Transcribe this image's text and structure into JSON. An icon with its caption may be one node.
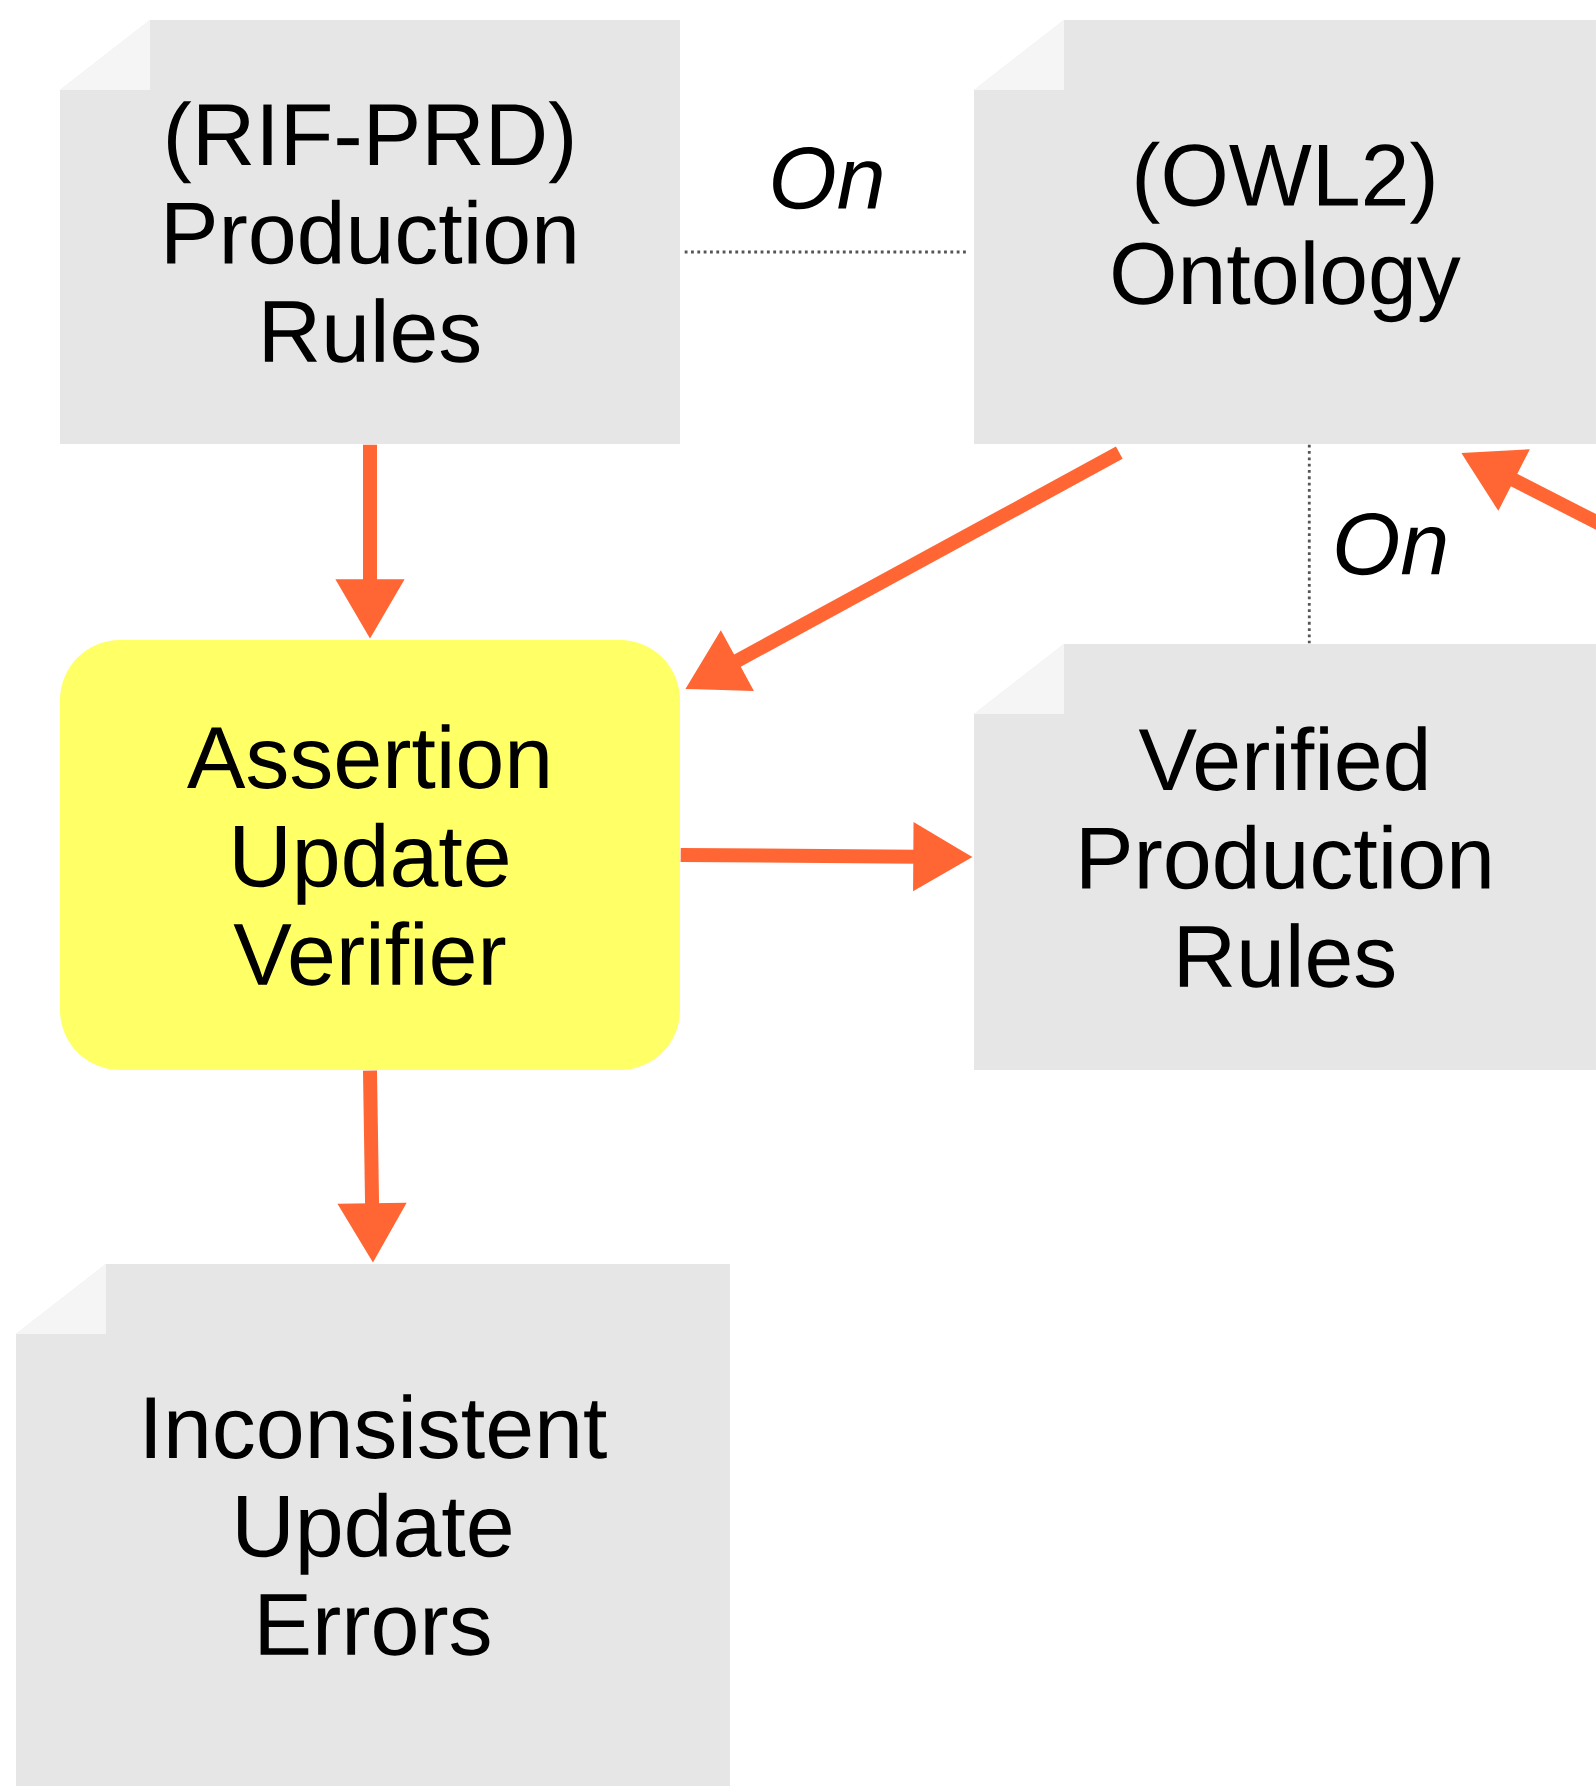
{
  "diagram": {
    "nodes": [
      {
        "text": [
          "(RIF-PRD) Production Rules"
        ]
      },
      {
        "text": [
          "(OWL2) Ontology"
        ]
      },
      {
        "text": [
          "Assertion Update Verifier"
        ]
      },
      {
        "text": [
          "Verified Production Rules"
        ]
      },
      {
        "text": [
          "Inconsistent Update Errors"
        ]
      }
    ],
    "edges": [
      {
        "from": 0,
        "to": 1,
        "arrow": "none",
        "label": "On",
        "style": "dashed",
        "color": "#555555"
      },
      {
        "from": 0,
        "to": 2,
        "arrow": "to"
      },
      {
        "from": 1,
        "to": 2,
        "arrow": "to"
      },
      {
        "from": 1,
        "to": 3,
        "arrow": "none",
        "label": "On",
        "style": "dashed",
        "color": "#555555"
      },
      {
        "from": null,
        "to": 1,
        "arrow": "to"
      },
      {
        "from": 2,
        "to": 3,
        "arrow": "to"
      },
      {
        "from": 2,
        "to": 4,
        "arrow": "to"
      }
    ]
  }
}
